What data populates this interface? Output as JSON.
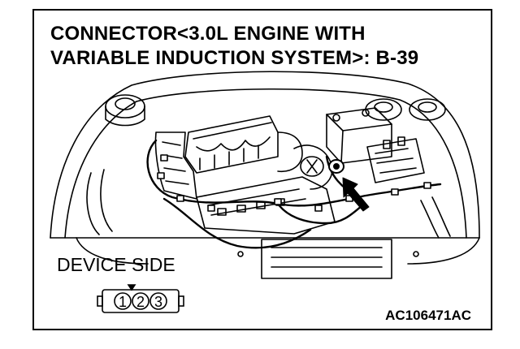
{
  "title": {
    "line1": "CONNECTOR<3.0L ENGINE WITH",
    "line2": "VARIABLE INDUCTION SYSTEM>: B-39"
  },
  "device_side_label": "DEVICE SIDE",
  "connector": {
    "pins": [
      "1",
      "2",
      "3"
    ]
  },
  "figure_code": "AC106471AC",
  "icons": {
    "engine_bay": "engine-bay-drawing",
    "pointer": "arrow-pointer-icon",
    "connector_face": "connector-face-icon"
  },
  "colors": {
    "line": "#000000",
    "background": "#ffffff"
  }
}
